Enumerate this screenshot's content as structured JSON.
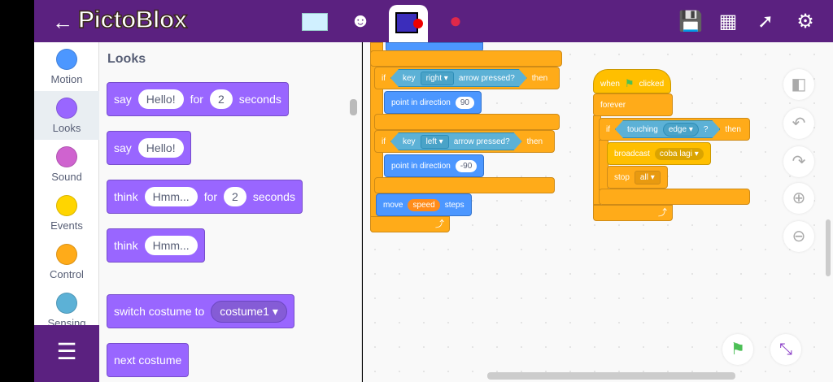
{
  "app": {
    "title": "PictoBlox"
  },
  "header": {
    "icons": [
      "back-arrow-icon",
      "stage-icon",
      "sprite-bear-icon",
      "board-icon",
      "strawberry-icon",
      "save-icon",
      "dashboard-icon",
      "connect-icon",
      "settings-icon"
    ]
  },
  "categories": [
    {
      "label": "Motion",
      "color": "#4c97ff"
    },
    {
      "label": "Looks",
      "color": "#9966ff"
    },
    {
      "label": "Sound",
      "color": "#cf63cf"
    },
    {
      "label": "Events",
      "color": "#ffd500"
    },
    {
      "label": "Control",
      "color": "#ffab19"
    },
    {
      "label": "Sensing",
      "color": "#5cb1d6"
    }
  ],
  "palette": {
    "title": "Looks",
    "b1": {
      "a": "say",
      "v": "Hello!",
      "b": "for",
      "n": "2",
      "c": "seconds"
    },
    "b2": {
      "a": "say",
      "v": "Hello!"
    },
    "b3": {
      "a": "think",
      "v": "Hmm...",
      "b": "for",
      "n": "2",
      "c": "seconds"
    },
    "b4": {
      "a": "think",
      "v": "Hmm..."
    },
    "b5": {
      "a": "switch costume to",
      "v": "costume1 ▾"
    },
    "b6": {
      "a": "next costume"
    }
  },
  "script1": {
    "if": "if",
    "key": "key",
    "right": "right ▾",
    "arrow": "arrow pressed?",
    "then": "then",
    "point": "point in direction",
    "d1": "90",
    "left": "left ▾",
    "d2": "-90",
    "move": "move",
    "speed": "speed",
    "steps": "steps"
  },
  "script2": {
    "when": "when",
    "clicked": "clicked",
    "forever": "forever",
    "if": "if",
    "touching": "touching",
    "edge": "edge ▾",
    "q": "?",
    "then": "then",
    "broadcast": "broadcast",
    "msg": "coba lagi ▾",
    "stop": "stop",
    "all": "all ▾"
  }
}
